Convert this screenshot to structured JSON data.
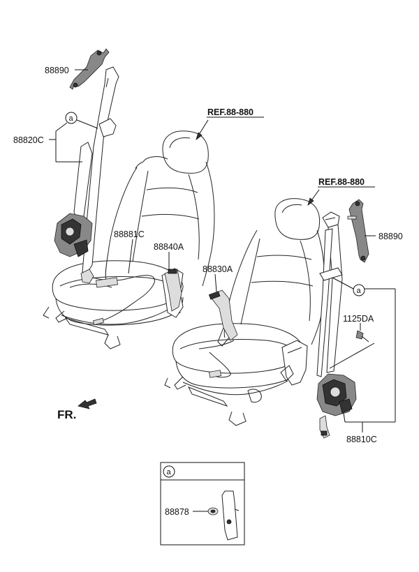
{
  "refs": {
    "ref_left": "REF.88-880",
    "ref_right": "REF.88-880"
  },
  "parts": {
    "p88890_left": "88890",
    "p88820c": "88820C",
    "p88881c": "88881C",
    "p88840a": "88840A",
    "p88830a": "88830A",
    "p88890_right": "88890",
    "p1125da": "1125DA",
    "p88810c": "88810C",
    "p88878": "88878"
  },
  "callouts": {
    "circle_left": "a",
    "circle_right": "a",
    "inset_header": "a"
  },
  "direction": {
    "front_label": "FR."
  }
}
